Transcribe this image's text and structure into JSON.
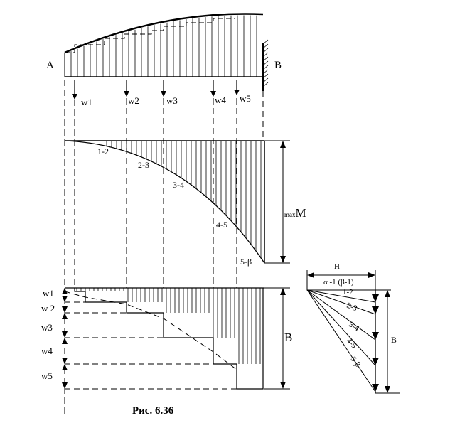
{
  "labels": {
    "A": "A",
    "B": "B",
    "loads": [
      "w1",
      "w2",
      "w3",
      "w4",
      "w5"
    ],
    "moment_segments": [
      "1-2",
      "2-3",
      "3-4",
      "4-5",
      "5-β"
    ],
    "max_moment": "maxM",
    "max_moment_prefix": "max",
    "max_moment_letter": "M",
    "shear_loads": [
      "w1",
      "w 2",
      "w3",
      "w4",
      "w5"
    ],
    "shear_B": "B",
    "polygon_H": "H",
    "polygon_alpha": "α -1 (β-1)",
    "polygon_rays": [
      "1-2",
      "2-3",
      "3-4",
      "4-5",
      "5-β"
    ],
    "polygon_B": "B",
    "caption": "Рис. 6.36"
  }
}
